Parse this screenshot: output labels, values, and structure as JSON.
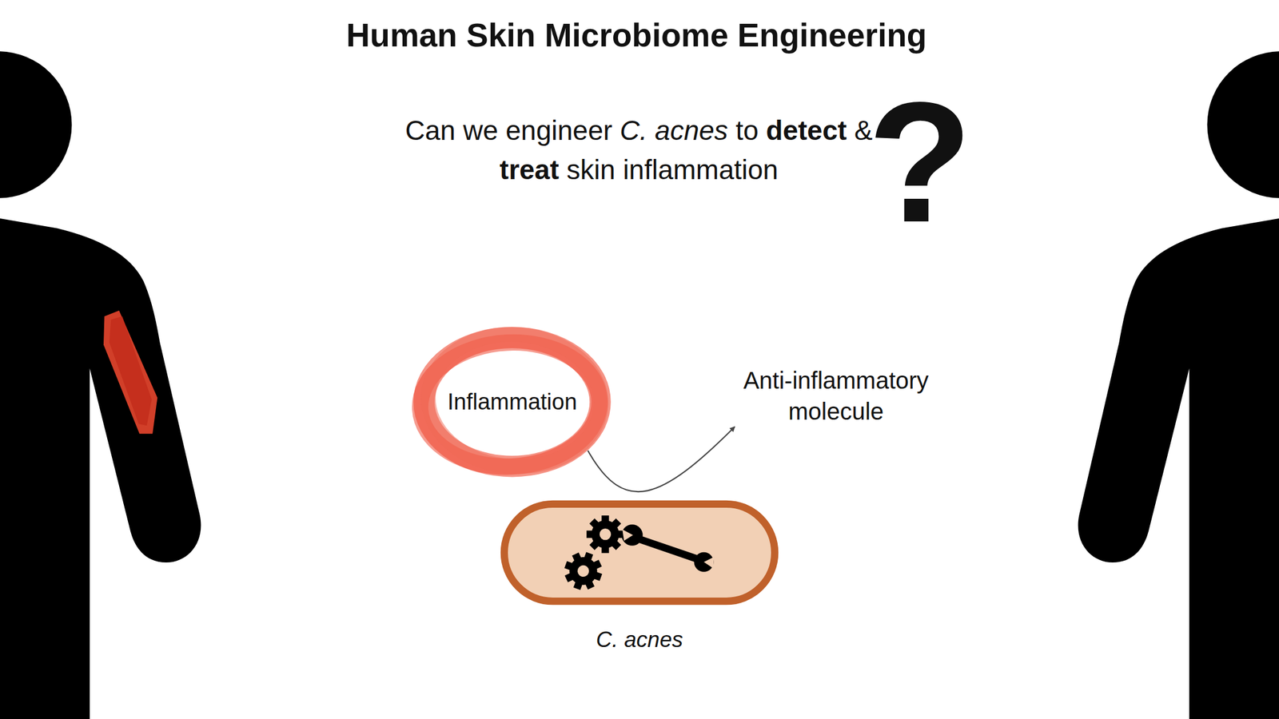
{
  "diagram": {
    "title": "Human Skin Microbiome Engineering",
    "nodes": [
      {
        "text": [
          "Inflammation"
        ]
      },
      {
        "text": [
          "Anti-inflammatory molecule"
        ]
      },
      {
        "text": [
          "C. acnes"
        ]
      }
    ],
    "edges": [
      {
        "from": 0,
        "to": 1,
        "arrow": "to"
      }
    ],
    "labels": [
      "Can we engineer C. acnes to detect & treat skin inflammation",
      "?"
    ]
  }
}
